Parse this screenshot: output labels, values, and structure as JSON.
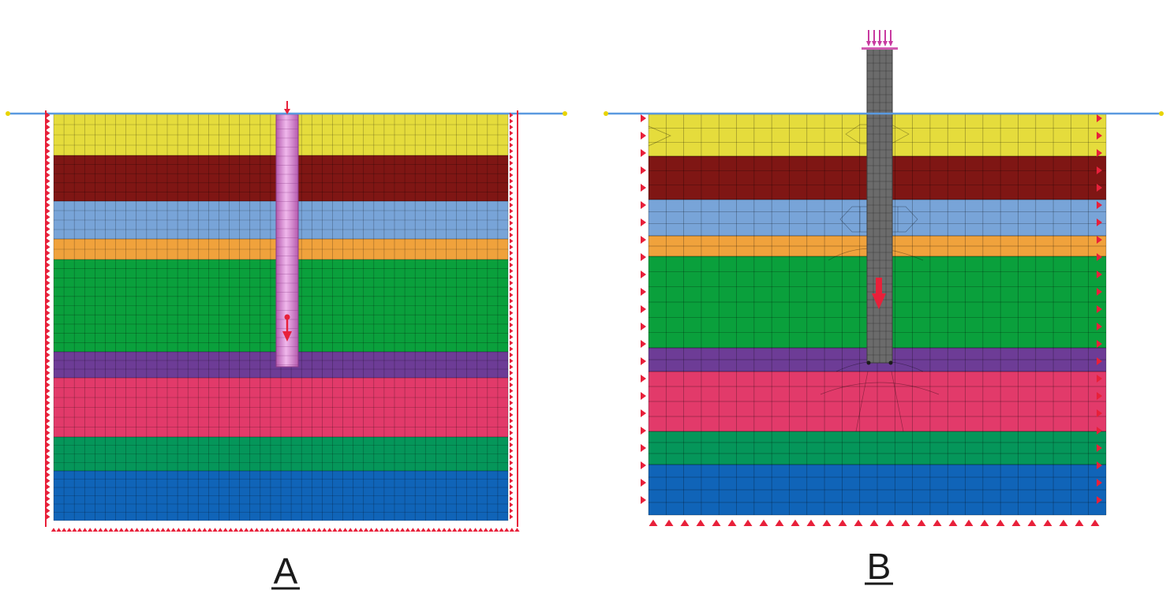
{
  "figure": {
    "panels": [
      {
        "id": "A",
        "label": "A",
        "pile_color": "#d58ad0",
        "mesh": {
          "cols": 44,
          "rows_per_layer": [
            4,
            5,
            4,
            2,
            10,
            3,
            6,
            4,
            6
          ]
        }
      },
      {
        "id": "B",
        "label": "B",
        "pile_color": "#6b6b6b",
        "mesh": {
          "cols": 26,
          "rows_per_layer": [
            3,
            3,
            3,
            2,
            6,
            2,
            4,
            3,
            4
          ]
        }
      }
    ],
    "soil_layers": [
      {
        "name": "layer-1",
        "color": "#e5dc3c"
      },
      {
        "name": "layer-2",
        "color": "#7f1614"
      },
      {
        "name": "layer-3",
        "color": "#78a4d8"
      },
      {
        "name": "layer-4",
        "color": "#f0a23c"
      },
      {
        "name": "layer-5",
        "color": "#0aa03c"
      },
      {
        "name": "layer-6",
        "color": "#6d3c96"
      },
      {
        "name": "layer-7",
        "color": "#e23a6a"
      },
      {
        "name": "layer-8",
        "color": "#05965a"
      },
      {
        "name": "layer-9",
        "color": "#1064b8"
      }
    ],
    "colors": {
      "ground_line": "#5a9ae0",
      "support": "#e8203a",
      "load_arrow": "#e8203a",
      "mesh_line": "#000000"
    }
  }
}
